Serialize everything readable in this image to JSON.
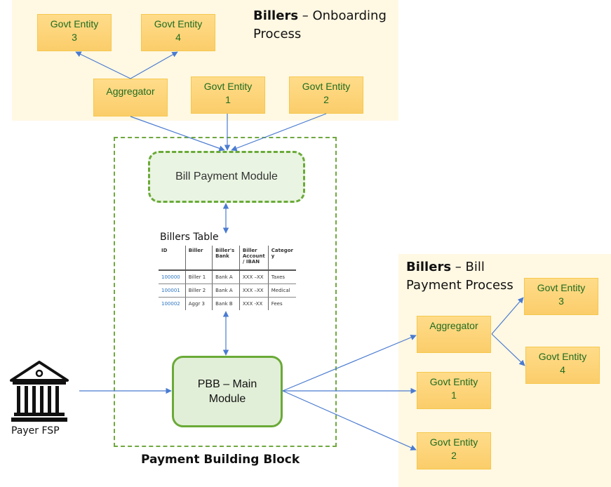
{
  "onboarding": {
    "title_bold": "Billers",
    "title_rest": " – Onboarding",
    "title_line2": "Process",
    "entities": [
      {
        "line1": "Govt Entity",
        "line2": "3"
      },
      {
        "line1": "Govt Entity",
        "line2": "4"
      },
      {
        "line1": "Aggregator",
        "line2": ""
      },
      {
        "line1": "Govt Entity",
        "line2": "1"
      },
      {
        "line1": "Govt Entity",
        "line2": "2"
      }
    ]
  },
  "pbb": {
    "bill_payment_module": "Bill Payment Module",
    "main_module_line1": "PBB – Main",
    "main_module_line2": "Module",
    "label": "Payment Building Block"
  },
  "billers_table": {
    "title": "Billers Table",
    "headers": [
      "ID",
      "Biller",
      "Biller's Bank",
      "Biller Account / IBAN",
      "Categor y"
    ],
    "rows": [
      [
        "100000",
        "Biller 1",
        "Bank A",
        "XXX –XX",
        "Taxes"
      ],
      [
        "100001",
        "Biller 2",
        "Bank A",
        "XXX –XX",
        "Medical"
      ],
      [
        "100002",
        "Aggr 3",
        "Bank B",
        "XXX -XX",
        "Fees"
      ]
    ]
  },
  "payer": {
    "icon": "bank-building-icon",
    "label": "Payer FSP"
  },
  "bill_payment": {
    "title_bold": "Billers",
    "title_rest": " – Bill",
    "title_line2": "Payment Process",
    "entities": [
      {
        "line1": "Aggregator",
        "line2": ""
      },
      {
        "line1": "Govt Entity",
        "line2": "3"
      },
      {
        "line1": "Govt Entity",
        "line2": "4"
      },
      {
        "line1": "Govt Entity",
        "line2": "1"
      },
      {
        "line1": "Govt Entity",
        "line2": "2"
      }
    ]
  },
  "colors": {
    "region_bg": "#fff8e3",
    "entity_fill": "#ffdc8a",
    "entity_text": "#1e6b1e",
    "module_border": "#6aaa38",
    "arrow": "#4a7bd0",
    "table_id": "#2a74c0"
  }
}
